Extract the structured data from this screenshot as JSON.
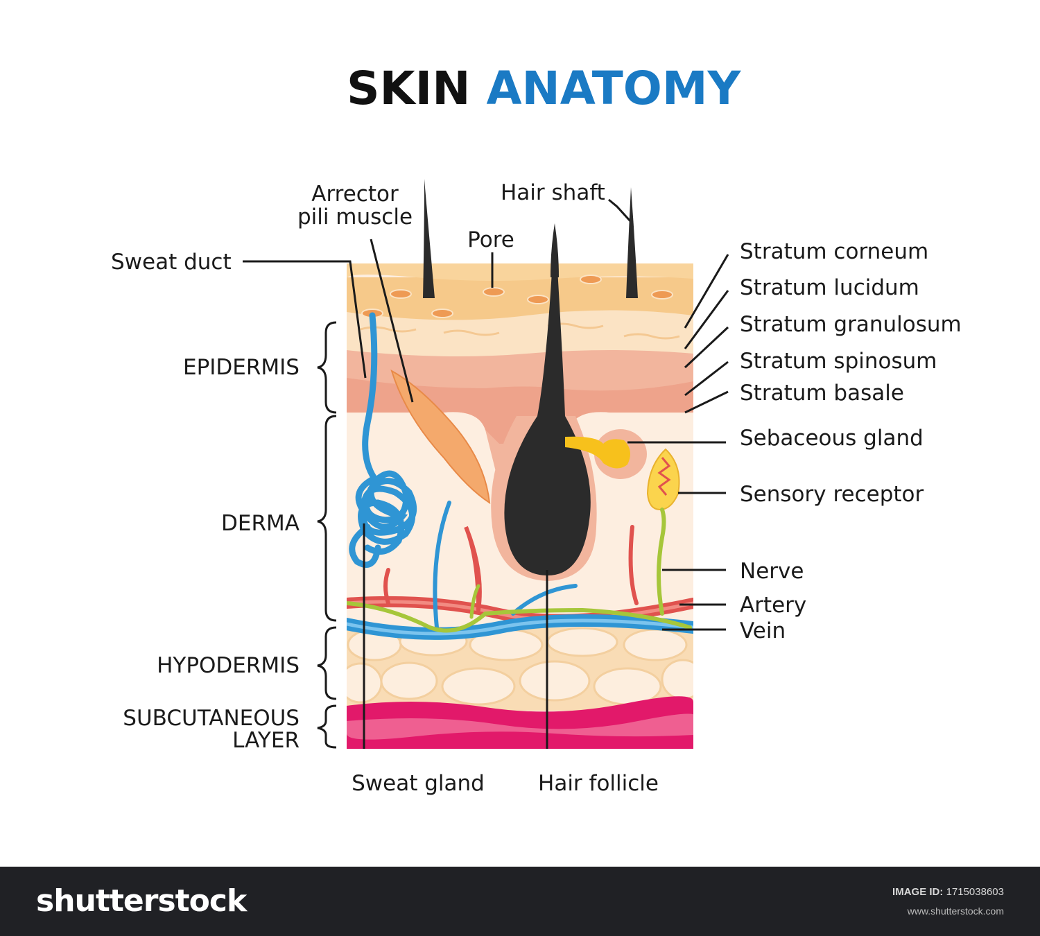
{
  "title": {
    "part1": "SKIN",
    "part2": "ANATOMY",
    "color1": "#111111",
    "color2": "#1a7ac4"
  },
  "left_labels": {
    "sweat_duct": "Sweat duct",
    "epidermis": "EPIDERMIS",
    "derma": "DERMA",
    "hypodermis": "HYPODERMIS",
    "subcutaneous_1": "SUBCUTANEOUS",
    "subcutaneous_2": "LAYER"
  },
  "top_labels": {
    "arrector_1": "Arrector",
    "arrector_2": "pili muscle",
    "pore": "Pore",
    "hair_shaft": "Hair shaft"
  },
  "right_labels": {
    "stratum_corneum": "Stratum corneum",
    "stratum_lucidum": "Stratum lucidum",
    "stratum_granulosum": "Stratum granulosum",
    "stratum_spinosum": "Stratum spinosum",
    "stratum_basale": "Stratum basale",
    "sebaceous_gland": "Sebaceous gland",
    "sensory_receptor": "Sensory receptor",
    "nerve": "Nerve",
    "artery": "Artery",
    "vein": "Vein"
  },
  "bottom_labels": {
    "sweat_gland": "Sweat gland",
    "hair_follicle": "Hair follicle"
  },
  "colors": {
    "stratum_corneum": "#f6c98a",
    "epidermis_light": "#fbe3c4",
    "epidermis_pink": "#f2b59d",
    "derma": "#fdeee0",
    "hypodermis": "#fcebd3",
    "subcutaneous": "#e2196a",
    "hair": "#2b2b2b",
    "vein": "#2f95d4",
    "artery": "#e0524e",
    "nerve": "#a6c63a",
    "sebaceous": "#f7c11c"
  },
  "footer": {
    "logo": "shutterstock",
    "id_label": "IMAGE ID:",
    "id_value": "1715038603",
    "url": "www.shutterstock.com"
  }
}
